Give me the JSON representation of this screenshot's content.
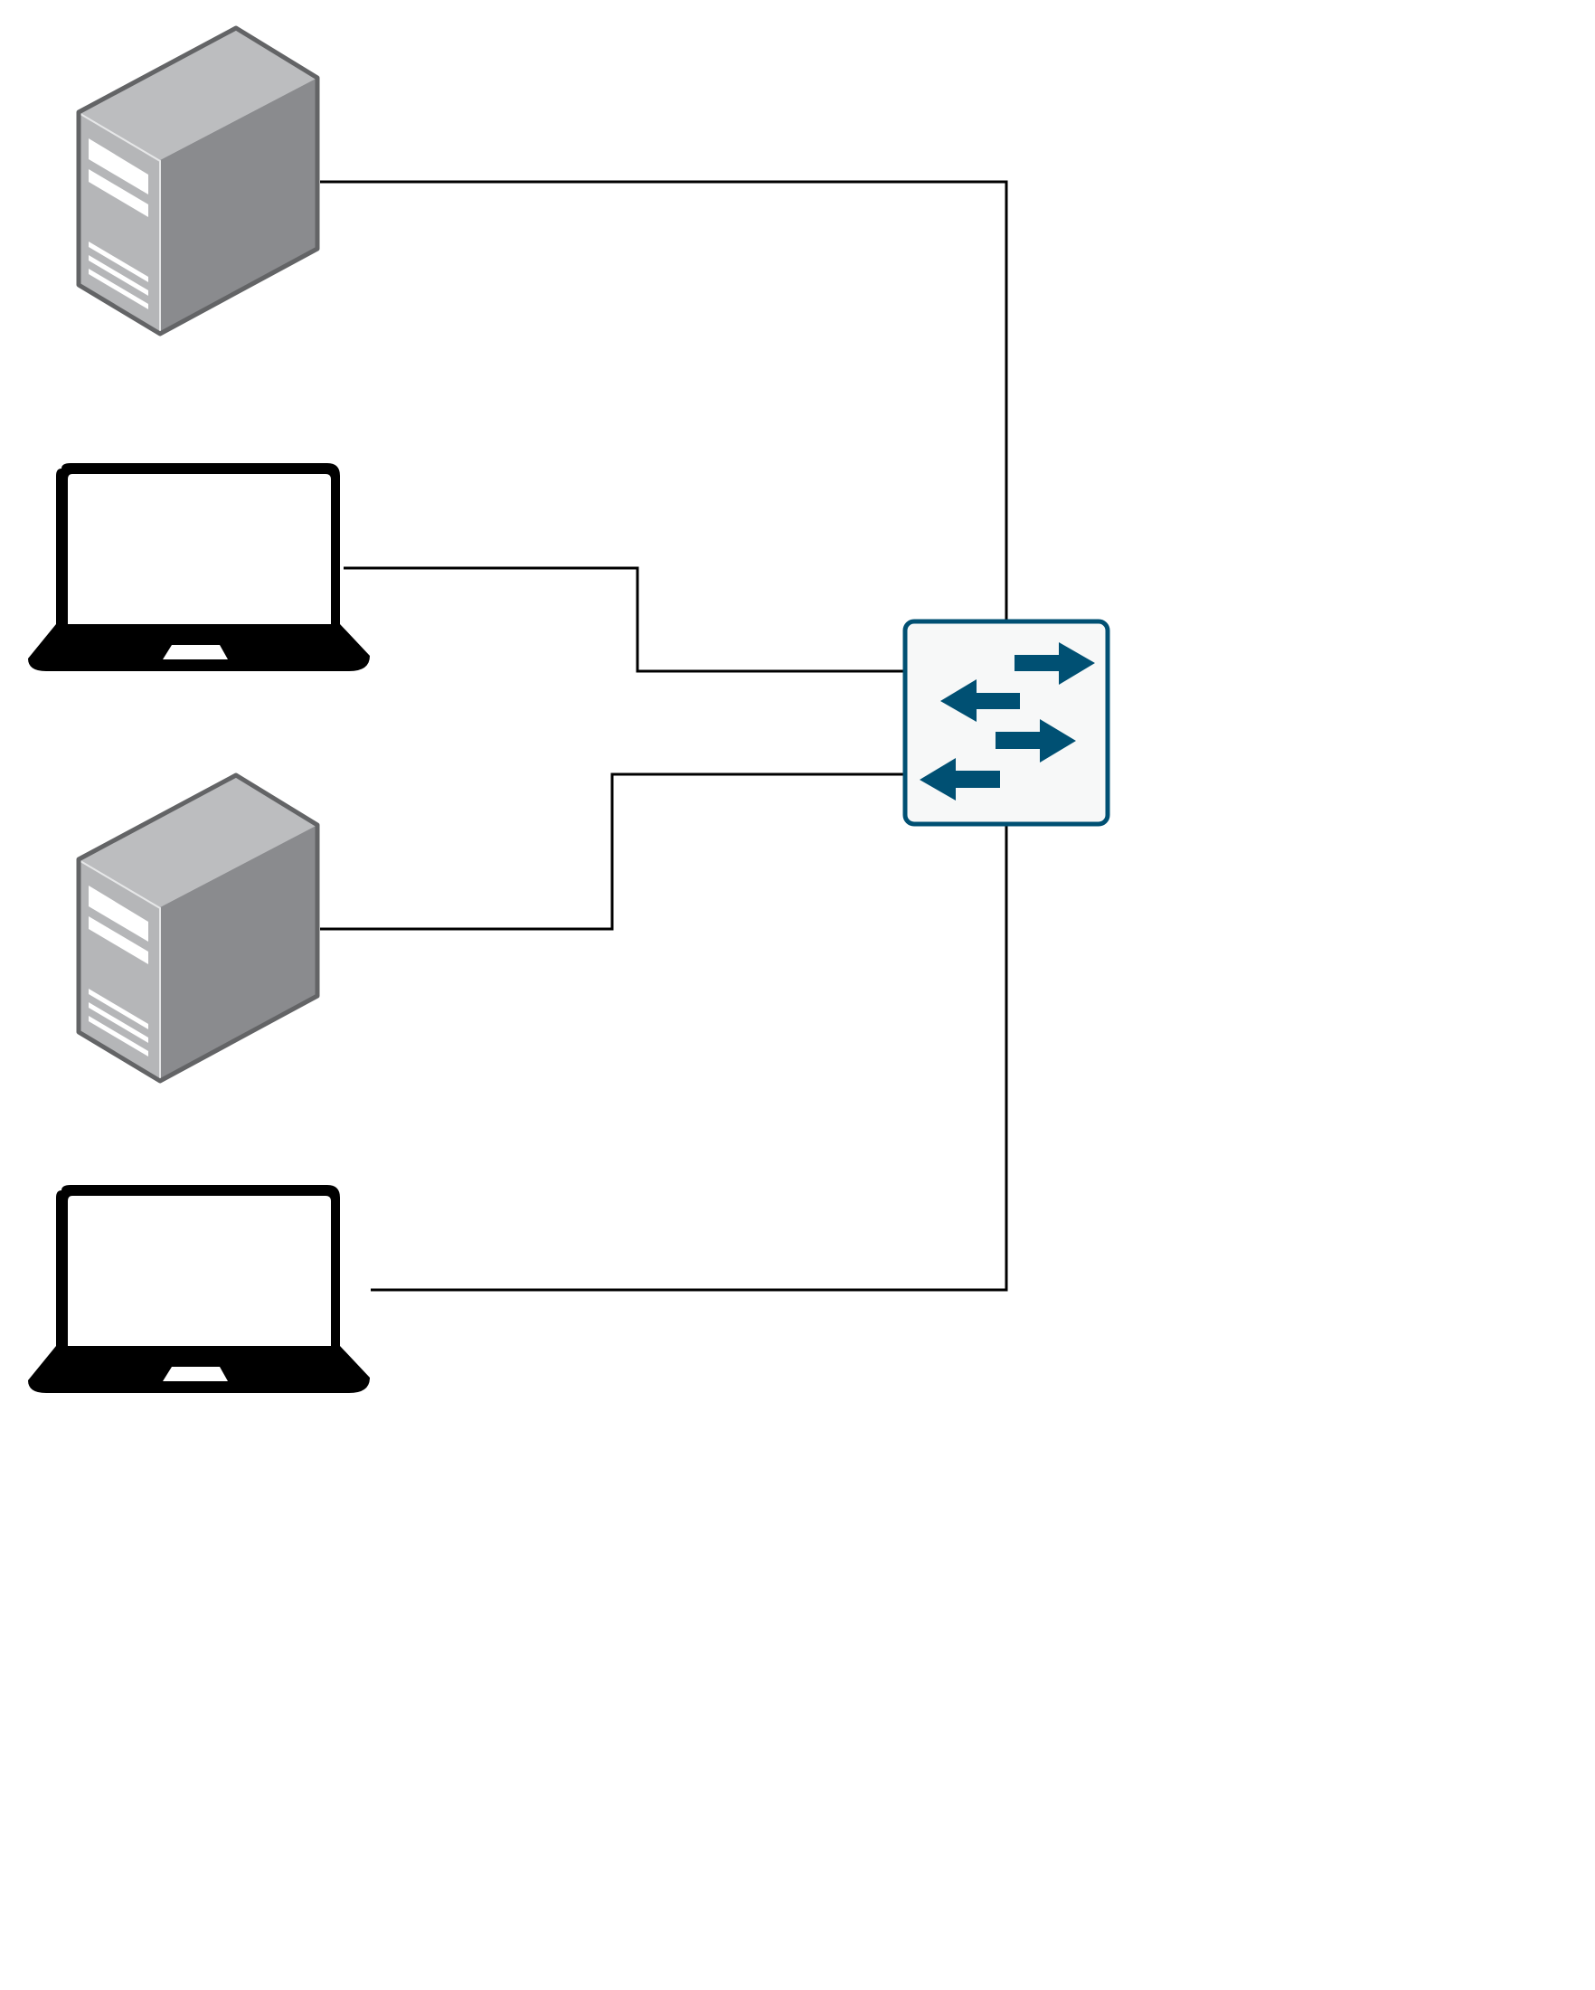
{
  "diagram": {
    "type": "network-topology",
    "nodes": [
      {
        "id": "server-1",
        "kind": "tower-server",
        "icon": "server-tower-icon"
      },
      {
        "id": "laptop-1",
        "kind": "laptop",
        "icon": "laptop-icon"
      },
      {
        "id": "server-2",
        "kind": "tower-server",
        "icon": "server-tower-icon"
      },
      {
        "id": "laptop-2",
        "kind": "laptop",
        "icon": "laptop-icon"
      },
      {
        "id": "switch-1",
        "kind": "network-switch",
        "icon": "switch-arrows-icon"
      }
    ],
    "links": [
      {
        "from": "server-1",
        "to": "switch-1"
      },
      {
        "from": "laptop-1",
        "to": "switch-1"
      },
      {
        "from": "server-2",
        "to": "switch-1"
      },
      {
        "from": "laptop-2",
        "to": "switch-1"
      }
    ]
  },
  "colors": {
    "server_front": "#b5b6b8",
    "server_top": "#bcbdbf",
    "server_side": "#8a8b8e",
    "server_outline": "#636466",
    "laptop": "#000000",
    "switch_border": "#005073",
    "switch_fill": "#f7f8f8",
    "switch_arrows": "#005073",
    "link": "#000000"
  }
}
